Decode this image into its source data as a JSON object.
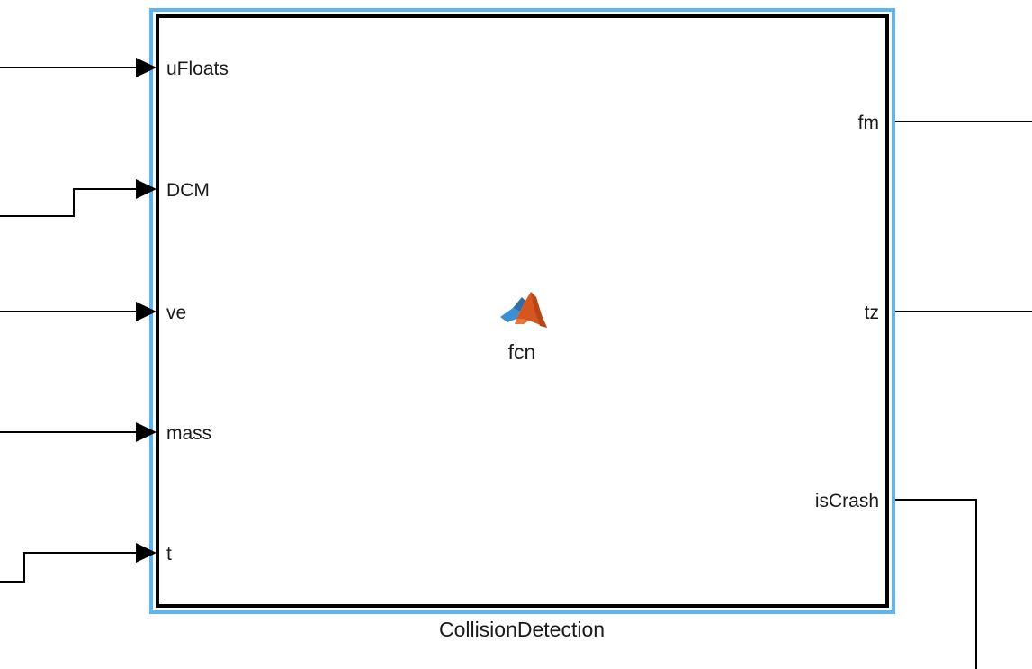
{
  "block": {
    "name": "CollisionDetection",
    "function_label": "fcn",
    "highlight_color": "#5cb6f2",
    "border_color": "#000000",
    "icon": "matlab-logo-icon"
  },
  "inputs": [
    {
      "label": "uFloats"
    },
    {
      "label": "DCM"
    },
    {
      "label": "ve"
    },
    {
      "label": "mass"
    },
    {
      "label": "t"
    }
  ],
  "outputs": [
    {
      "label": "fm"
    },
    {
      "label": "tz"
    },
    {
      "label": "isCrash"
    }
  ]
}
